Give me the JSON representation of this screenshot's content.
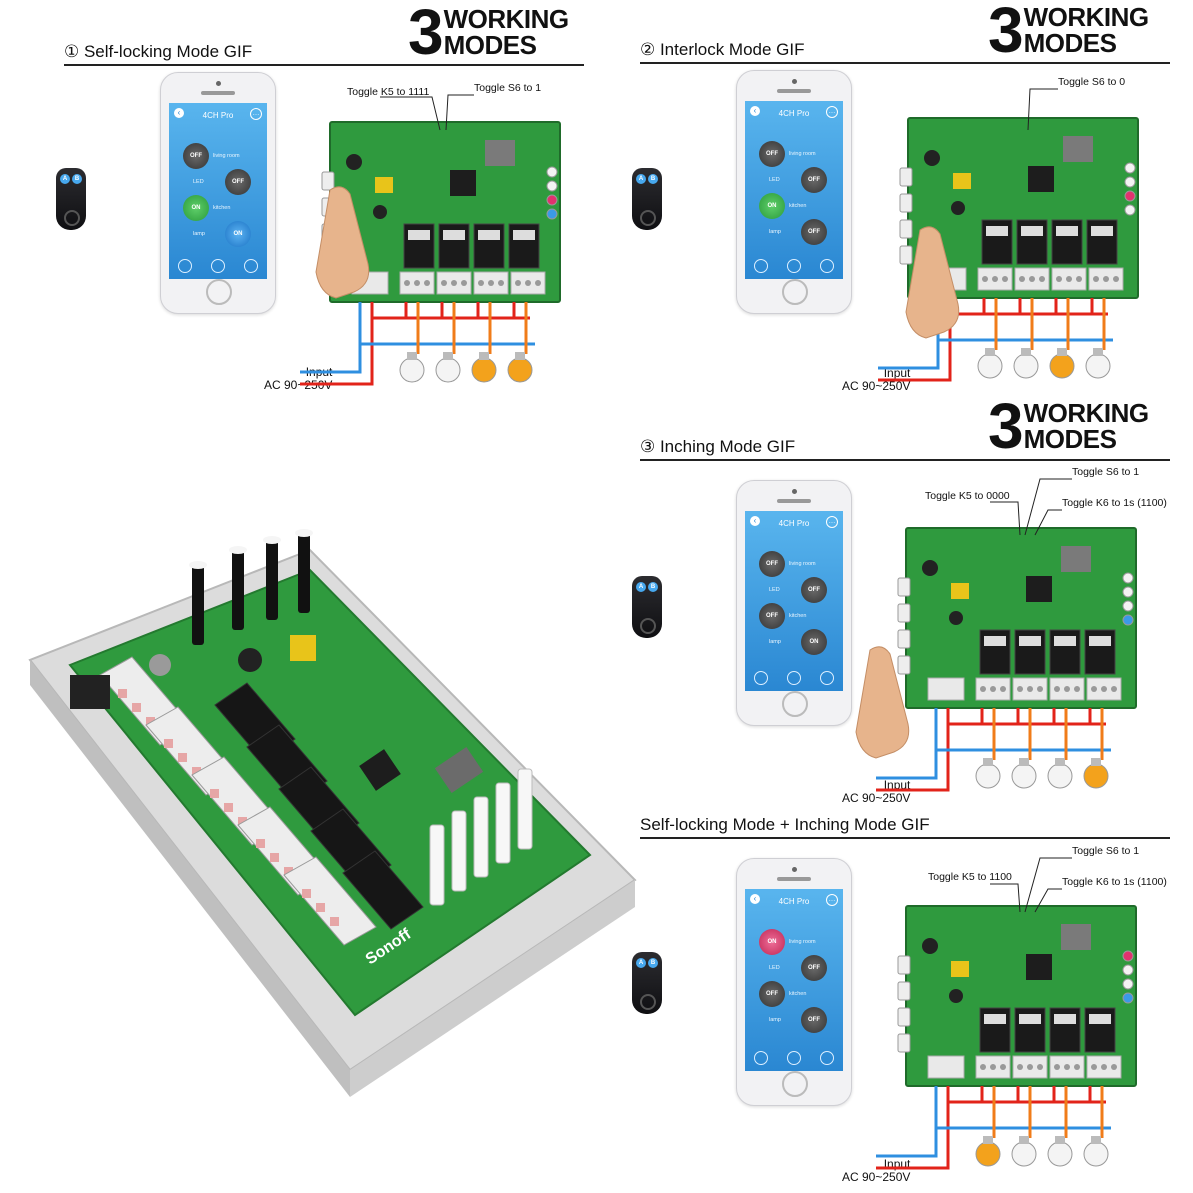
{
  "badge": {
    "number": "3",
    "line1": "WORKING",
    "line2": "MODES"
  },
  "panels": {
    "self_locking": {
      "title": "① Self-locking Mode GIF",
      "callout_a": "Toggle K5 to 1111",
      "callout_b": "Toggle S6 to 1"
    },
    "interlock": {
      "title": "② Interlock Mode GIF",
      "callout_a": "Toggle S6 to 0"
    },
    "inching": {
      "title": "③ Inching Mode GIF",
      "callout_a": "Toggle S6 to 1",
      "callout_b": "Toggle K5 to 0000",
      "callout_c": "Toggle K6 to 1s (1100)"
    },
    "combo": {
      "title": "Self-locking Mode + Inching Mode GIF",
      "callout_a": "Toggle S6 to 1",
      "callout_b": "Toggle K5 to 1100",
      "callout_c": "Toggle K6 to 1s (1100)"
    }
  },
  "input": {
    "line1": "Input",
    "line2": "AC 90~250V"
  },
  "app": {
    "title": "4CH Pro",
    "rooms": [
      "living room",
      "LED",
      "kitchen",
      "lamp"
    ],
    "on": "ON",
    "off": "OFF"
  },
  "remote": {
    "btn_a": "A",
    "btn_b": "B"
  },
  "brand": "Sonoff",
  "colors": {
    "board": "#2f9a3e",
    "wire_live": "#e2231a",
    "wire_neutral": "#2f8fe0",
    "wire_load": "#f07c1a",
    "bulb_lit": "#f3a21c",
    "screen": "#2a87d2"
  }
}
